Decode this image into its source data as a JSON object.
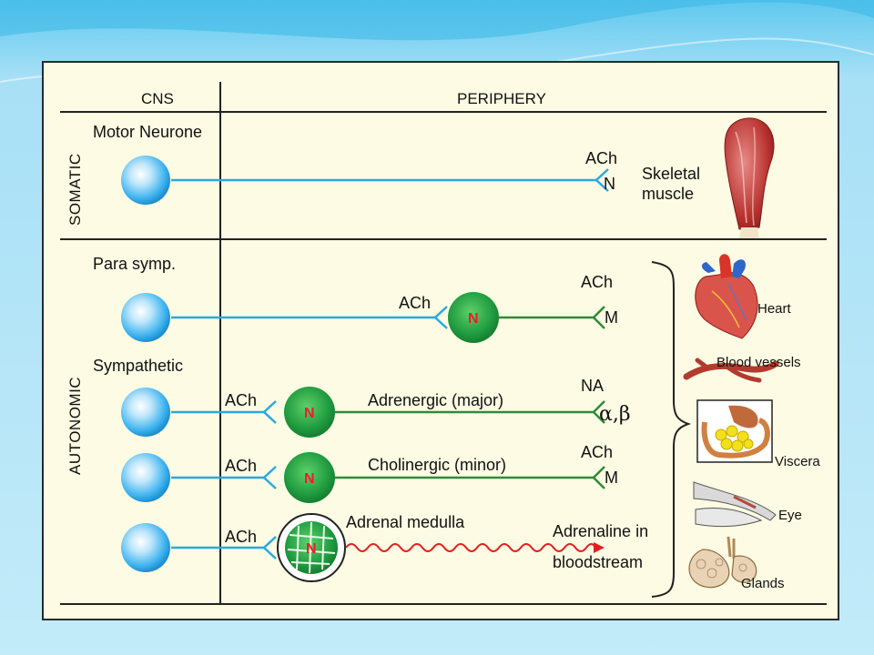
{
  "header": {
    "cns": "CNS",
    "periphery": "PERIPHERY"
  },
  "sections": {
    "somatic": "SOMATIC",
    "autonomic": "AUTONOMIC"
  },
  "groups": {
    "motor_neurone": "Motor Neurone",
    "para_symp": "Para symp.",
    "sympathetic": "Sympathetic"
  },
  "transmitters": {
    "ach": "ACh",
    "na": "NA",
    "n": "N",
    "m": "M",
    "alpha_beta": "α,β"
  },
  "pathways": {
    "adrenergic": "Adrenergic (major)",
    "cholinergic": "Cholinergic (minor)",
    "adrenal_medulla": "Adrenal medulla",
    "adrenaline_line1": "Adrenaline in",
    "adrenaline_line2": "bloodstream"
  },
  "targets": {
    "skeletal_line1": "Skeletal",
    "skeletal_line2": "muscle",
    "heart": "Heart",
    "blood_vessels": "Blood vessels",
    "viscera": "Viscera",
    "eye": "Eye",
    "glands": "Glands"
  },
  "colors": {
    "preganglionic": "#29a9e0",
    "postganglionic": "#2e8b3a",
    "ganglion": "#22a447",
    "adrenaline": "#e02020",
    "panel": "#fdfbe3"
  }
}
